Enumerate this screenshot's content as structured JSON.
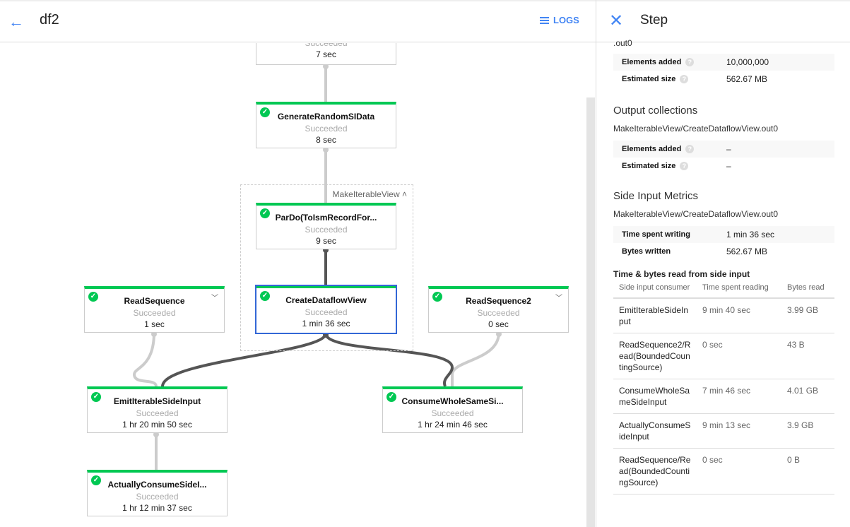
{
  "header": {
    "title": "df2",
    "logs_label": "LOGS",
    "back_icon": "arrow-left-icon",
    "logs_icon": "list-icon"
  },
  "graph": {
    "group_label": "MakeIterableView",
    "nodes": [
      {
        "name": "",
        "status": "Succeeded",
        "time": "7 sec"
      },
      {
        "name": "GenerateRandomSIData",
        "status": "Succeeded",
        "time": "8 sec"
      },
      {
        "name": "ParDo(ToIsmRecordFor...",
        "status": "Succeeded",
        "time": "9 sec"
      },
      {
        "name": "CreateDataflowView",
        "status": "Succeeded",
        "time": "1 min 36 sec"
      },
      {
        "name": "ReadSequence",
        "status": "Succeeded",
        "time": "1 sec"
      },
      {
        "name": "ReadSequence2",
        "status": "Succeeded",
        "time": "0 sec"
      },
      {
        "name": "EmitIterableSideInput",
        "status": "Succeeded",
        "time": "1 hr 20 min 50 sec"
      },
      {
        "name": "ConsumeWholeSameSi...",
        "status": "Succeeded",
        "time": "1 hr 24 min 46 sec"
      },
      {
        "name": "ActuallyConsumeSideI...",
        "status": "Succeeded",
        "time": "1 hr 12 min 37 sec"
      }
    ],
    "colors": {
      "success": "#00c853",
      "selected": "#3367d6"
    }
  },
  "panel": {
    "title": "Step",
    "input_name_tail": ".out0",
    "input_metrics": [
      {
        "label": "Elements added",
        "value": "10,000,000"
      },
      {
        "label": "Estimated size",
        "value": "562.67 MB"
      }
    ],
    "output_title": "Output collections",
    "output_name": "MakeIterableView/CreateDataflowView.out0",
    "output_metrics": [
      {
        "label": "Elements added",
        "value": "–"
      },
      {
        "label": "Estimated size",
        "value": "–"
      }
    ],
    "side_title": "Side Input Metrics",
    "side_name": "MakeIterableView/CreateDataflowView.out0",
    "side_metrics": [
      {
        "label": "Time spent writing",
        "value": "1 min 36 sec"
      },
      {
        "label": "Bytes written",
        "value": "562.67 MB"
      }
    ],
    "read_title": "Time & bytes read from side input",
    "columns": [
      "Side input consumer",
      "Time spent reading",
      "Bytes read"
    ],
    "rows": [
      [
        "EmitIterableSideInput",
        "9 min 40 sec",
        "3.99 GB"
      ],
      [
        "ReadSequence2/Read(BoundedCountingSource)",
        "0 sec",
        "43 B"
      ],
      [
        "ConsumeWholeSameSideInput",
        "7 min 46 sec",
        "4.01 GB"
      ],
      [
        "ActuallyConsumeSideInput",
        "9 min 13 sec",
        "3.9 GB"
      ],
      [
        "ReadSequence/Read(BoundedCountingSource)",
        "0 sec",
        "0 B"
      ]
    ]
  }
}
